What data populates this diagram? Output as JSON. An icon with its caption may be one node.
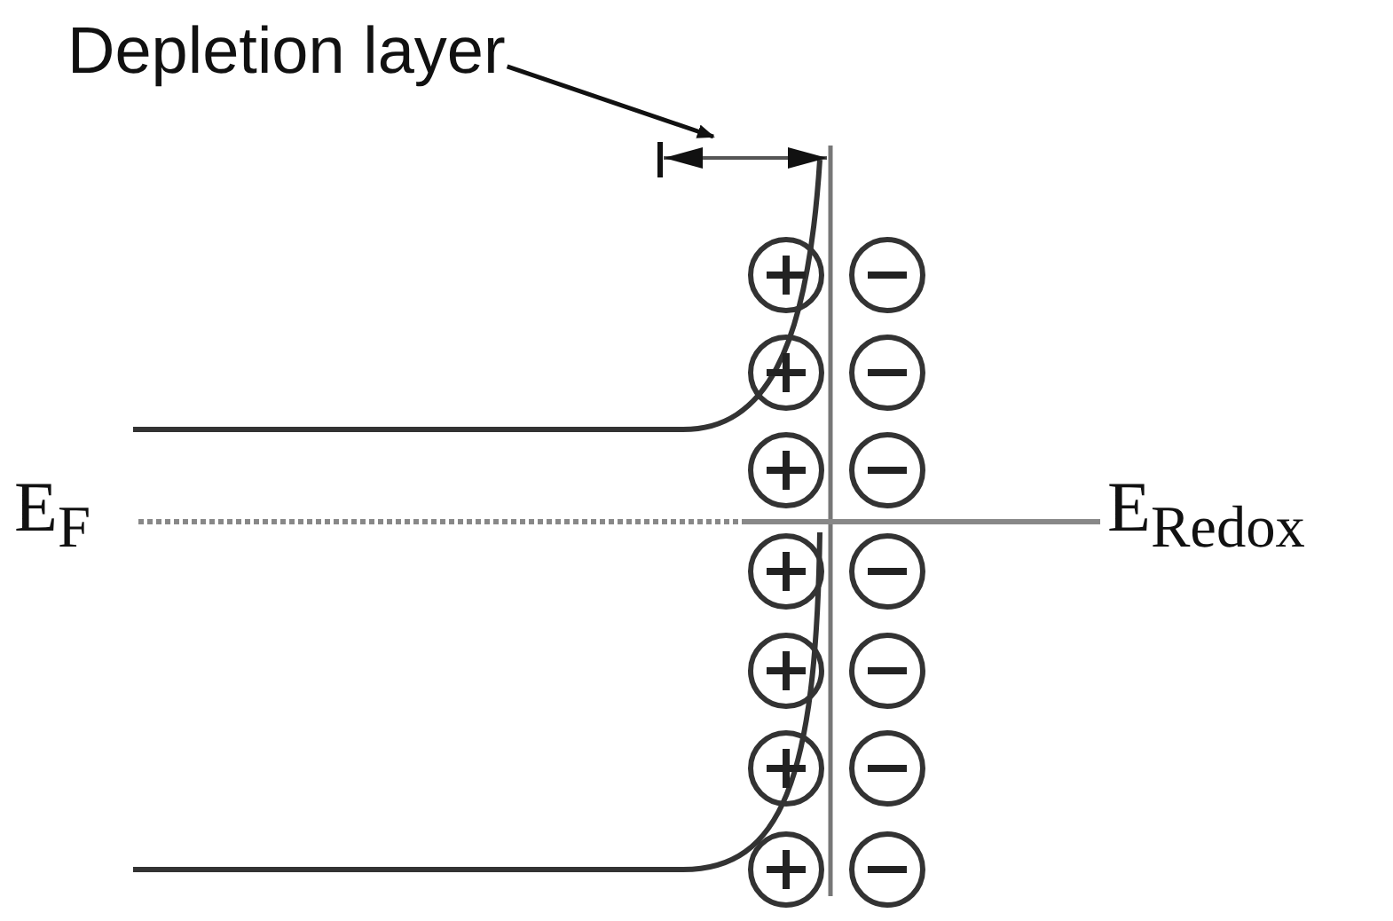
{
  "diagram": {
    "nodes": [
      {
        "text": [
          "Depletion layer"
        ]
      },
      {
        "text": [],
        "shape": "bar"
      }
    ],
    "edges": [
      {
        "from": 0,
        "to": 1,
        "arrow": "to"
      }
    ],
    "labels": [
      "E$_{F}$",
      "E$_{Redox}$"
    ]
  }
}
